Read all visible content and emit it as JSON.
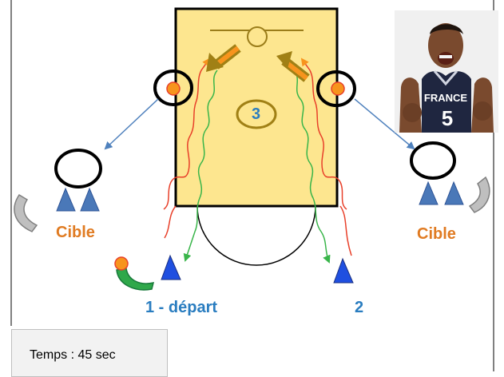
{
  "diagram": {
    "labels": {
      "cible_left": "Cible",
      "cible_right": "Cible",
      "start_label": "1 - départ",
      "point_two": "2",
      "zone_three": "3"
    },
    "photo": {
      "jersey_text": "FRANCE",
      "jersey_number": "5"
    },
    "timer": {
      "text": "Temps : 45 sec"
    },
    "colors": {
      "court_fill": "#fde68f",
      "court_outline": "#000000",
      "target_orange": "#e07b22",
      "label_blue": "#2a7dc0",
      "cone_blue": "#4a78b8",
      "arrow_blue": "#4f81bd",
      "red_path": "#e8402a",
      "green_path": "#39b54a",
      "ball_orange": "#f7941d",
      "gray_mat": "#a6a6a6",
      "zone_gold": "#a08015"
    }
  }
}
